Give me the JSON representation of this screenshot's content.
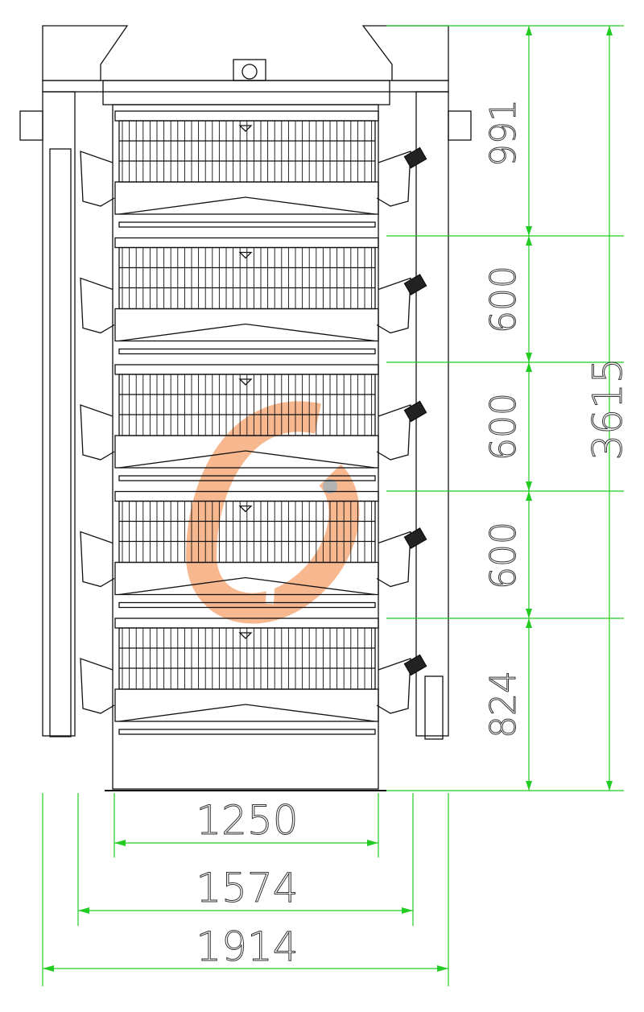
{
  "drawing": {
    "tiers": 5,
    "colors": {
      "line": "#111111",
      "dimension": "#22cc22",
      "watermark": "#f5a06a"
    }
  },
  "dimensions": {
    "vertical": [
      {
        "label": "991"
      },
      {
        "label": "600"
      },
      {
        "label": "600"
      },
      {
        "label": "600"
      },
      {
        "label": "824"
      }
    ],
    "total_height": {
      "label": "3615"
    },
    "widths": [
      {
        "label": "1250"
      },
      {
        "label": "1574"
      },
      {
        "label": "1914"
      }
    ]
  }
}
